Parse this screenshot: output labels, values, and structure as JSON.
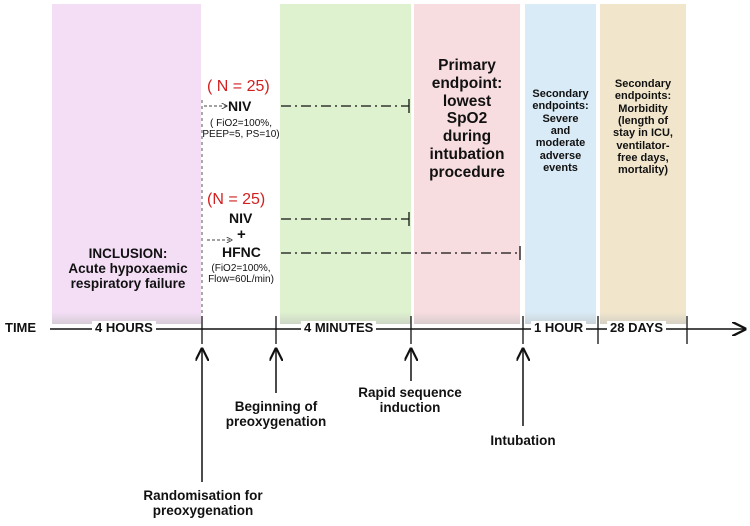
{
  "colors": {
    "inclusion": "#f4def6",
    "preox": "#dff2cf",
    "primary": "#f8dde0",
    "secondary": "#d9ebf6",
    "morbidity": "#f1e6cc",
    "n_label": "#d21f1f"
  },
  "inclusion": {
    "title_line1": "INCLUSION:",
    "title_line2": "Acute hypoxaemic",
    "title_line3": "respiratory failure"
  },
  "arm1": {
    "n": "( N = 25)",
    "name": "NIV",
    "detail1": "( FiO2=100%,",
    "detail2": "PEEP=5, PS=10)"
  },
  "arm2": {
    "n": "(N = 25)",
    "name1": "NIV",
    "plus": "+",
    "name2": "HFNC",
    "detail1": "(FiO2=100%,",
    "detail2": "Flow=60L/min)"
  },
  "primary": {
    "line1": "Primary",
    "line2": "endpoint:",
    "line3": "lowest",
    "line4": "SpO2",
    "line5": "during",
    "line6": "intubation",
    "line7": "procedure"
  },
  "secondary": {
    "line1": "Secondary",
    "line2": "endpoints:",
    "line3": "Severe",
    "line4": "and",
    "line5": "moderate",
    "line6": "adverse",
    "line7": "events"
  },
  "morbidity": {
    "line1": "Secondary",
    "line2": "endpoints:",
    "line3": "Morbidity",
    "line4": "(length of",
    "line5": "stay in ICU,",
    "line6": "ventilator-",
    "line7": "free days,",
    "line8": "mortality)"
  },
  "timeline": {
    "time": "TIME",
    "d1": "4 HOURS",
    "d2": "4 MINUTES",
    "d3": "1 HOUR",
    "d4": "28 DAYS"
  },
  "events": {
    "randomisation_1": "Randomisation for",
    "randomisation_2": "preoxygenation",
    "beginning_1": "Beginning of",
    "beginning_2": "preoxygenation",
    "rsi_1": "Rapid sequence",
    "rsi_2": "induction",
    "intubation": "Intubation"
  }
}
